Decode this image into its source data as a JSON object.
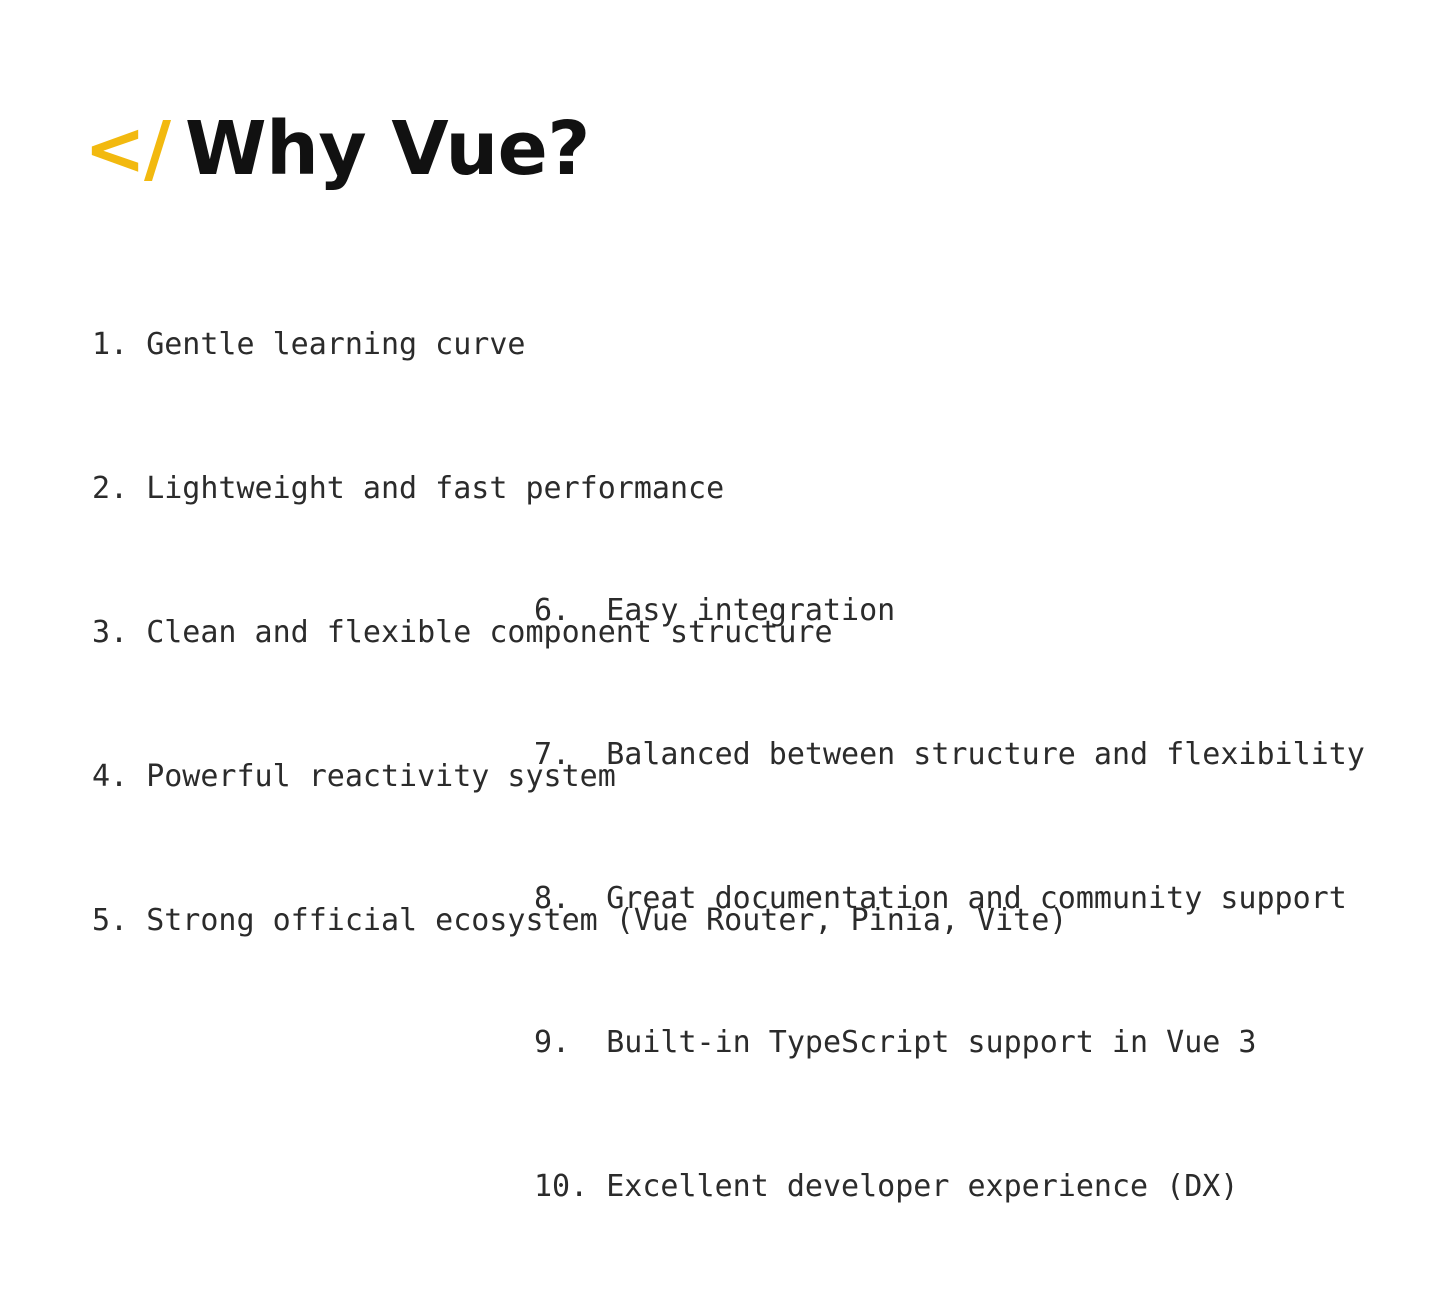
{
  "slide": {
    "background_color": "#ffffff",
    "text_color": "#2b2b2b",
    "accent_color": "#F2B90F",
    "title": {
      "code_mark": "</",
      "text": "Why Vue?",
      "color": "#111111"
    },
    "lists": [
      {
        "id": "why-vue-list-part-1",
        "items": [
          {
            "marker": "1.",
            "text": "Gentle learning curve"
          },
          {
            "marker": "2.",
            "text": "Lightweight and fast performance"
          },
          {
            "marker": "3.",
            "text": "Clean and flexible component structure"
          },
          {
            "marker": "4.",
            "text": "Powerful reactivity system"
          },
          {
            "marker": "5.",
            "text": "Strong official ecosystem (Vue Router, Pinia, Vite)"
          }
        ]
      },
      {
        "id": "why-vue-list-part-2",
        "items": [
          {
            "marker": "6.",
            "text": "Easy integration"
          },
          {
            "marker": "7.",
            "text": "Balanced between structure and flexibility"
          },
          {
            "marker": "8.",
            "text": "Great documentation and community support"
          },
          {
            "marker": "9.",
            "text": "Built-in TypeScript support in Vue 3"
          },
          {
            "marker": "10.",
            "text": "Excellent developer experience (DX)"
          }
        ]
      }
    ]
  }
}
